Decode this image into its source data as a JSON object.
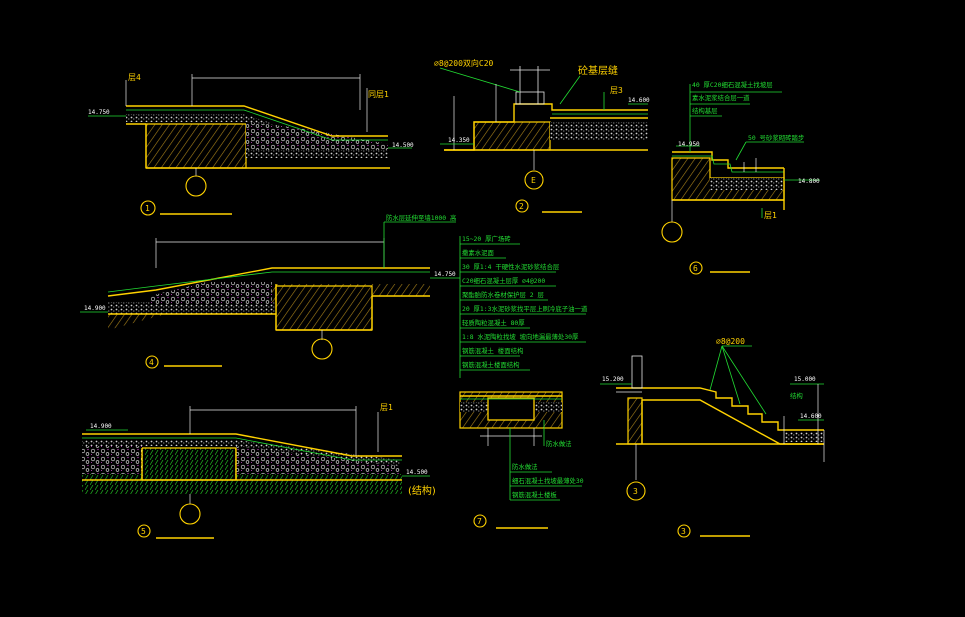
{
  "colors": {
    "background": "#000000",
    "outline": "#ffd200",
    "leader": "#22dd33",
    "dimension": "#e8e8e8",
    "soil": "#b08a1c",
    "gravel": "#cccccc",
    "fill_purple": "#d54fd5"
  },
  "section1": {
    "label_top_left": "层4",
    "label_top_right": "同层1",
    "elev_left": "14.750",
    "elev_right": "14.500",
    "index": "1"
  },
  "section2": {
    "label_bar": "⌀8@200双向C20",
    "label_stone": "砼基层缝",
    "label_layer": "层3",
    "elev_right": "14.600",
    "elev_left": "14.350",
    "marker": "E",
    "index": "2"
  },
  "section6": {
    "notes": [
      "40 厚C20细石混凝土找坡层",
      "素水泥浆结合层一道",
      "结构基层"
    ],
    "note_right": "50 号砂浆砌砖踏步",
    "elev_left": "14.950",
    "elev_right": "14.800",
    "label_layer": "层1",
    "index": "6"
  },
  "section4": {
    "note_top": "防水层延伸至墙1000 高",
    "elev_right": "14.750",
    "elev_left": "14.900",
    "index": "4"
  },
  "legend7": {
    "lines": [
      "15~20 厚广场砖",
      "撒素水泥面",
      "30 厚1:4 干硬性水泥砂浆结合层",
      "C20细石混凝土层厚 ⌀4@200",
      "聚酯胎防水卷材保护层 2 层",
      "20 厚1:3水泥砂浆找平层上刷冷底子油一道",
      "轻质陶粒混凝土 80厚",
      "1:8 水泥陶粒找坡 坡向地漏最薄处30厚",
      "钢筋混凝土 楼面结构",
      "钢筋混凝土楼面结构"
    ],
    "side_label": "防水做法",
    "bottom_lines": [
      "防水做法",
      "细石混凝土找坡最薄处30",
      "钢筋混凝土楼板"
    ],
    "index": "7"
  },
  "section5": {
    "label_top_right": "层1",
    "elev_left": "14.900",
    "elev_right": "14.500",
    "note": "(结构)",
    "index": "5"
  },
  "section3": {
    "label_bar": "⌀8@200",
    "elev_left": "15.200",
    "elev_right": "15.000",
    "elev_low": "14.600",
    "side_label": "结构",
    "marker": "3",
    "index": "3"
  }
}
